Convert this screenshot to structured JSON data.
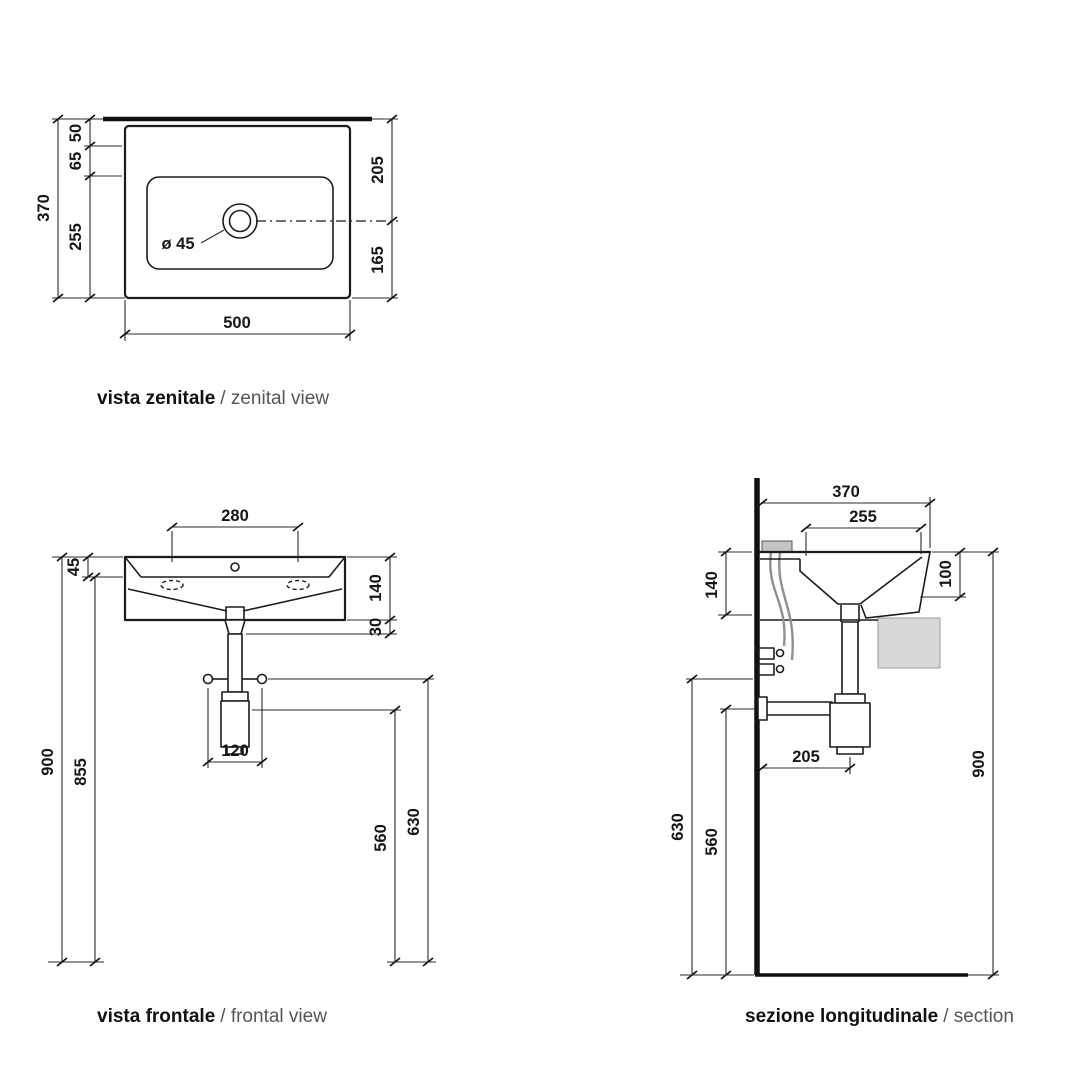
{
  "colors": {
    "line": "#1c1c1c",
    "shade": "#d8d8d8"
  },
  "zenital": {
    "title": "vista zenitale",
    "subtitle": "/ zenital view",
    "d370": "370",
    "d50": "50",
    "d65": "65",
    "d255": "255",
    "d205": "205",
    "d165": "165",
    "d500": "500",
    "drain_diameter": "ø 45"
  },
  "frontal": {
    "title": "vista frontale",
    "subtitle": "/ frontal view",
    "d280": "280",
    "d45": "45",
    "d140": "140",
    "d30": "30",
    "d120": "120",
    "d900": "900",
    "d855": "855",
    "d630": "630",
    "d560": "560"
  },
  "section": {
    "title": "sezione longitudinale",
    "subtitle": "/ section",
    "d370": "370",
    "d255": "255",
    "d140": "140",
    "d100": "100",
    "d205": "205",
    "d630": "630",
    "d560": "560",
    "d900": "900"
  }
}
